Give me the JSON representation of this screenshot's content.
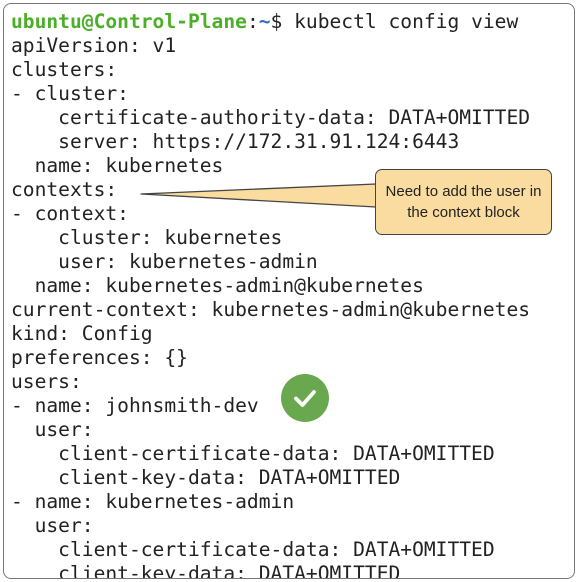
{
  "terminal": {
    "prompt": {
      "user_host": "ubuntu@Control-Plane",
      "separator": ":",
      "path": "~",
      "symbol": "$ ",
      "command": "kubectl config view"
    },
    "lines": [
      "apiVersion: v1",
      "clusters:",
      "- cluster:",
      "    certificate-authority-data: DATA+OMITTED",
      "    server: https://172.31.91.124:6443",
      "  name: kubernetes",
      "contexts:",
      "- context:",
      "    cluster: kubernetes",
      "    user: kubernetes-admin",
      "  name: kubernetes-admin@kubernetes",
      "current-context: kubernetes-admin@kubernetes",
      "kind: Config",
      "preferences: {}",
      "users:",
      "- name: johnsmith-dev",
      "  user:",
      "    client-certificate-data: DATA+OMITTED",
      "    client-key-data: DATA+OMITTED",
      "- name: kubernetes-admin",
      "  user:",
      "    client-certificate-data: DATA+OMITTED",
      "    client-key-data: DATA+OMITTED"
    ]
  },
  "annotation": {
    "callout_text": "Need to add the user in the context block",
    "check_icon": "check-circle-icon",
    "colors": {
      "callout_fill": "#fbdca0",
      "check_fill": "#6aa84f",
      "prompt_user": "#4caf2a",
      "prompt_path": "#2b6cc4"
    }
  }
}
